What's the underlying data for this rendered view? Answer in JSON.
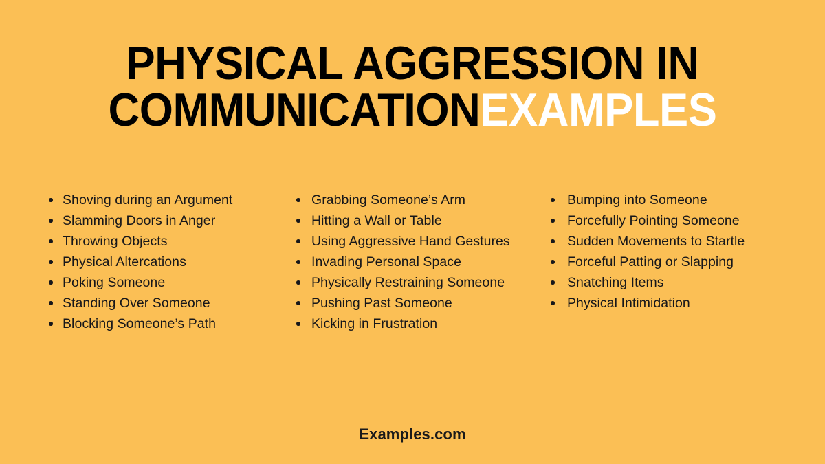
{
  "theme": {
    "background_color": "#FBBF55",
    "text_color": "#17171A",
    "accent_color": "#FFFFFF"
  },
  "title": {
    "line1": "PHYSICAL AGGRESSION IN",
    "line2_main": "COMMUNICATION",
    "line2_accent": "EXAMPLES"
  },
  "columns": [
    {
      "items": [
        "Shoving during an Argument",
        "Slamming Doors in Anger",
        "Throwing Objects",
        "Physical Altercations",
        "Poking Someone",
        "Standing Over Someone",
        "Blocking Someone’s Path"
      ]
    },
    {
      "items": [
        "Grabbing Someone’s Arm",
        "Hitting a Wall or Table",
        "Using Aggressive Hand Gestures",
        "Invading Personal Space",
        "Physically Restraining Someone",
        "Pushing Past Someone",
        "Kicking in Frustration"
      ]
    },
    {
      "items": [
        "Bumping into Someone",
        "Forcefully Pointing Someone",
        "Sudden Movements to Startle",
        "Forceful Patting or Slapping",
        "Snatching Items",
        "Physical Intimidation"
      ]
    }
  ],
  "footer": {
    "brand": "Examples.com"
  }
}
